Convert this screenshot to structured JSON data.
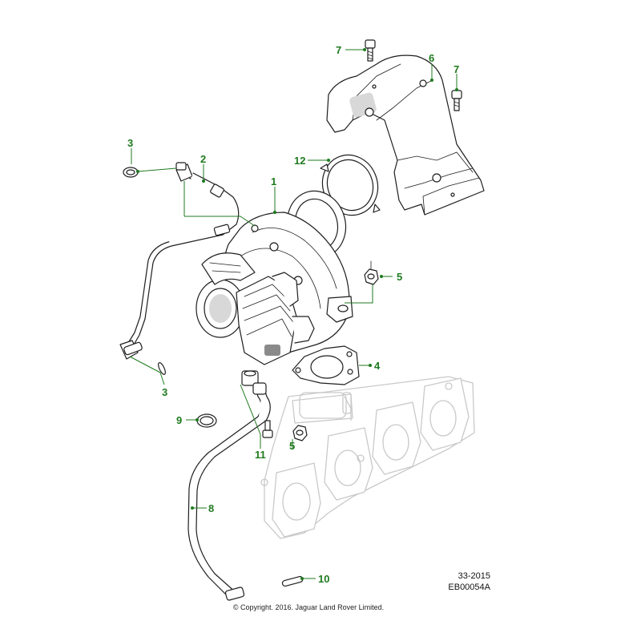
{
  "diagram": {
    "callouts": [
      {
        "id": "c1",
        "label": "1"
      },
      {
        "id": "c2",
        "label": "2"
      },
      {
        "id": "c3a",
        "label": "3"
      },
      {
        "id": "c3b",
        "label": "3"
      },
      {
        "id": "c4",
        "label": "4"
      },
      {
        "id": "c5a",
        "label": "5"
      },
      {
        "id": "c5b",
        "label": "5"
      },
      {
        "id": "c6",
        "label": "6"
      },
      {
        "id": "c7a",
        "label": "7"
      },
      {
        "id": "c7b",
        "label": "7"
      },
      {
        "id": "c8",
        "label": "8"
      },
      {
        "id": "c9",
        "label": "9"
      },
      {
        "id": "c10",
        "label": "10"
      },
      {
        "id": "c11",
        "label": "11"
      },
      {
        "id": "c12",
        "label": "12"
      }
    ],
    "reference": {
      "date_code": "33-2015",
      "illustration_code": "EB00054A"
    },
    "copyright": "© Copyright. 2016. Jaguar Land Rover Limited.",
    "colors": {
      "callout": "#1f7a1f",
      "line_art": "#1e1e1e",
      "ghost_parts": "#c9c9c9"
    }
  }
}
